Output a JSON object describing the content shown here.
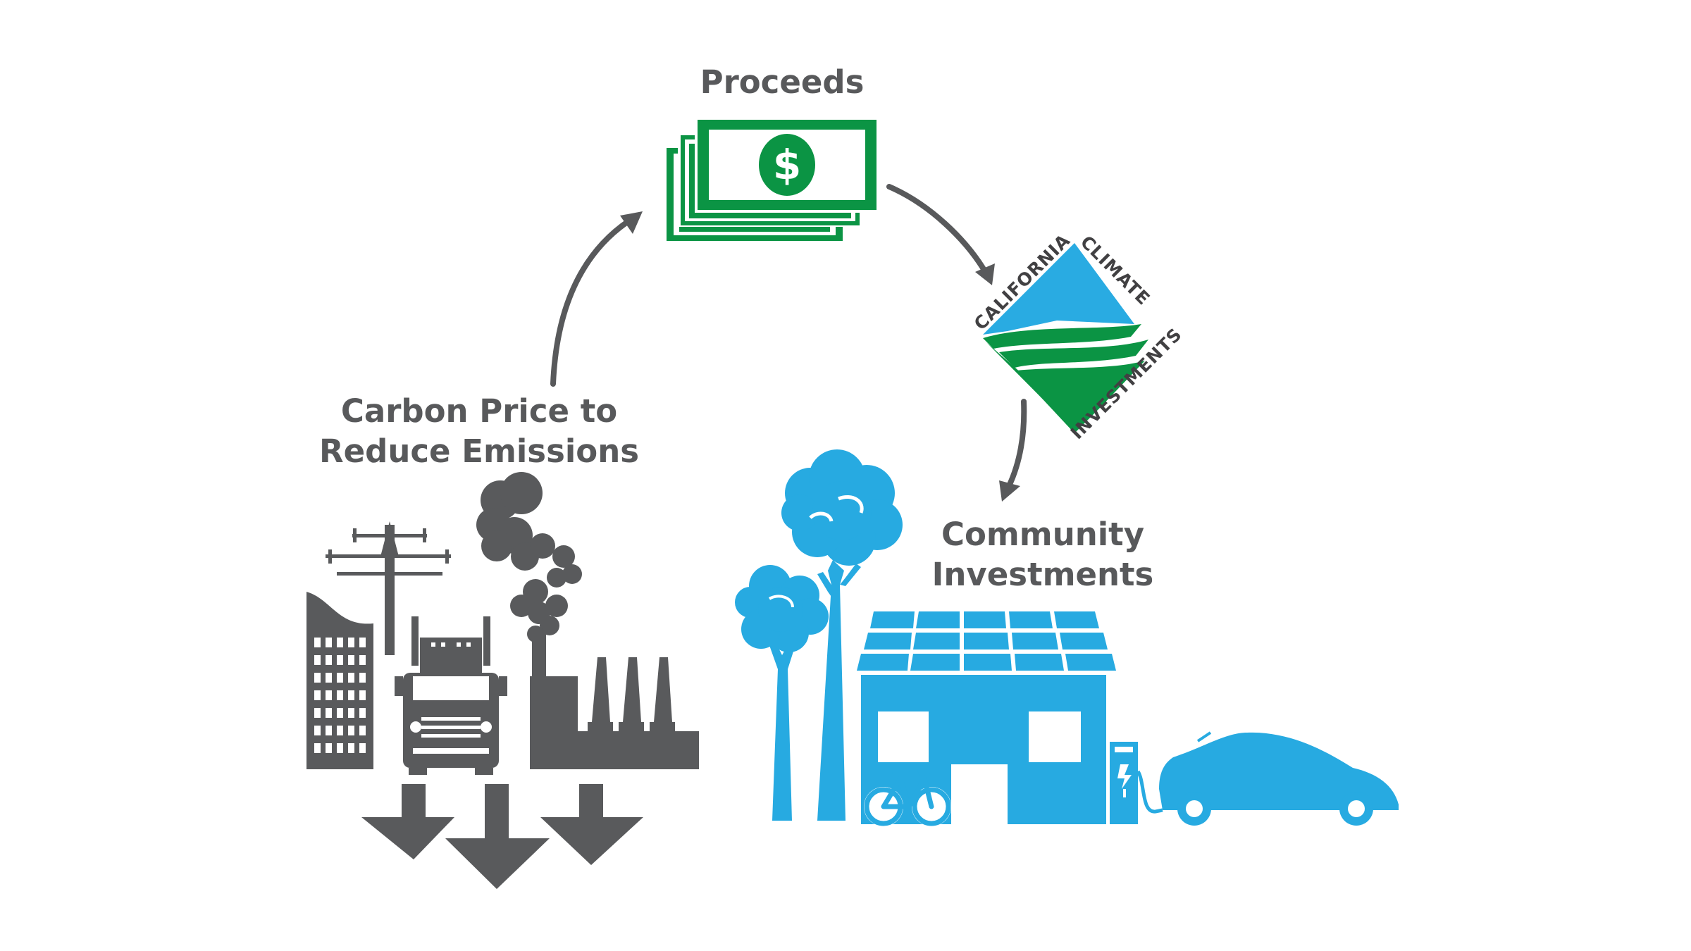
{
  "labels": {
    "proceeds": "Proceeds",
    "carbon_line1": "Carbon Price to",
    "carbon_line2": "Reduce Emissions",
    "community_line1": "Community",
    "community_line2": "Investments"
  },
  "logo": {
    "word_california": "CALIFORNIA",
    "word_climate": "CLIMATE",
    "word_investments": "INVESTMENTS"
  },
  "money_symbol": "$",
  "colors": {
    "text_gray": "#58595b",
    "icon_gray": "#595a5c",
    "money_green": "#0b9444",
    "logo_blue": "#29abe2",
    "community_blue": "#27aae1"
  },
  "icons": [
    "money-stack-icon",
    "california-climate-investments-logo",
    "power-tower-icon",
    "building-icon",
    "truck-icon",
    "factory-icon",
    "smoke-icon",
    "down-arrow-icon",
    "tree-icon",
    "solar-house-icon",
    "bicycle-icon",
    "ev-charger-icon",
    "electric-car-icon"
  ]
}
